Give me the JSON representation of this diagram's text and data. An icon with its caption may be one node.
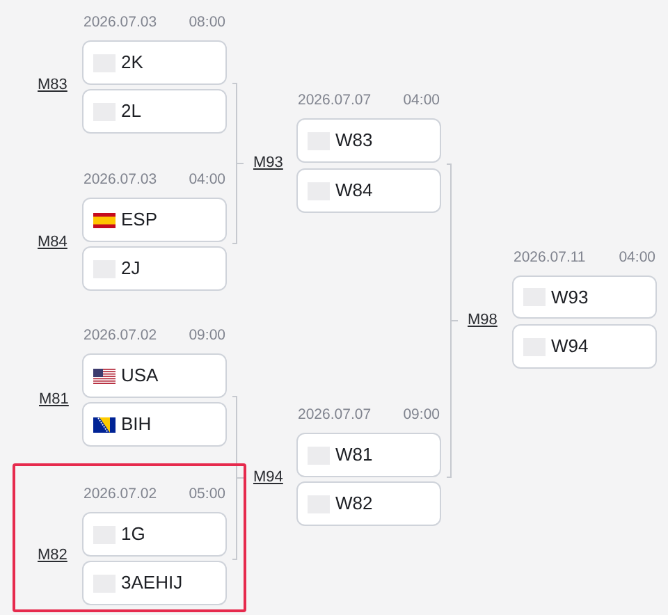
{
  "diagram": {
    "nodes": [
      {
        "text": [
          "2K"
        ],
        "beside": [
          "2026.07.03",
          "08:00"
        ]
      },
      {
        "text": [
          "2L"
        ]
      },
      {
        "text": [
          "ESP"
        ],
        "beside": [
          "2026.07.03",
          "04:00"
        ]
      },
      {
        "text": [
          "2J"
        ]
      },
      {
        "text": [
          "USA"
        ],
        "beside": [
          "2026.07.02",
          "09:00"
        ]
      },
      {
        "text": [
          "BIH"
        ]
      },
      {
        "text": [
          "M82"
        ]
      },
      {
        "text": [
          "1G"
        ],
        "in": 6,
        "beside": [
          "2026.07.02",
          "05:00"
        ]
      },
      {
        "text": [
          "3AEHIJ"
        ],
        "in": 6
      },
      {
        "text": [
          "W83"
        ],
        "beside": [
          "2026.07.07",
          "04:00"
        ]
      },
      {
        "text": [
          "W84"
        ]
      },
      {
        "text": [
          "W81"
        ],
        "beside": [
          "2026.07.07",
          "09:00"
        ]
      },
      {
        "text": [
          "W82"
        ]
      },
      {
        "text": [
          "W93"
        ],
        "beside": [
          "2026.07.11",
          "04:00"
        ]
      },
      {
        "text": [
          "W94"
        ]
      }
    ],
    "labels": [
      "M83",
      "M84",
      "M81",
      "M93",
      "M94",
      "M98"
    ]
  }
}
